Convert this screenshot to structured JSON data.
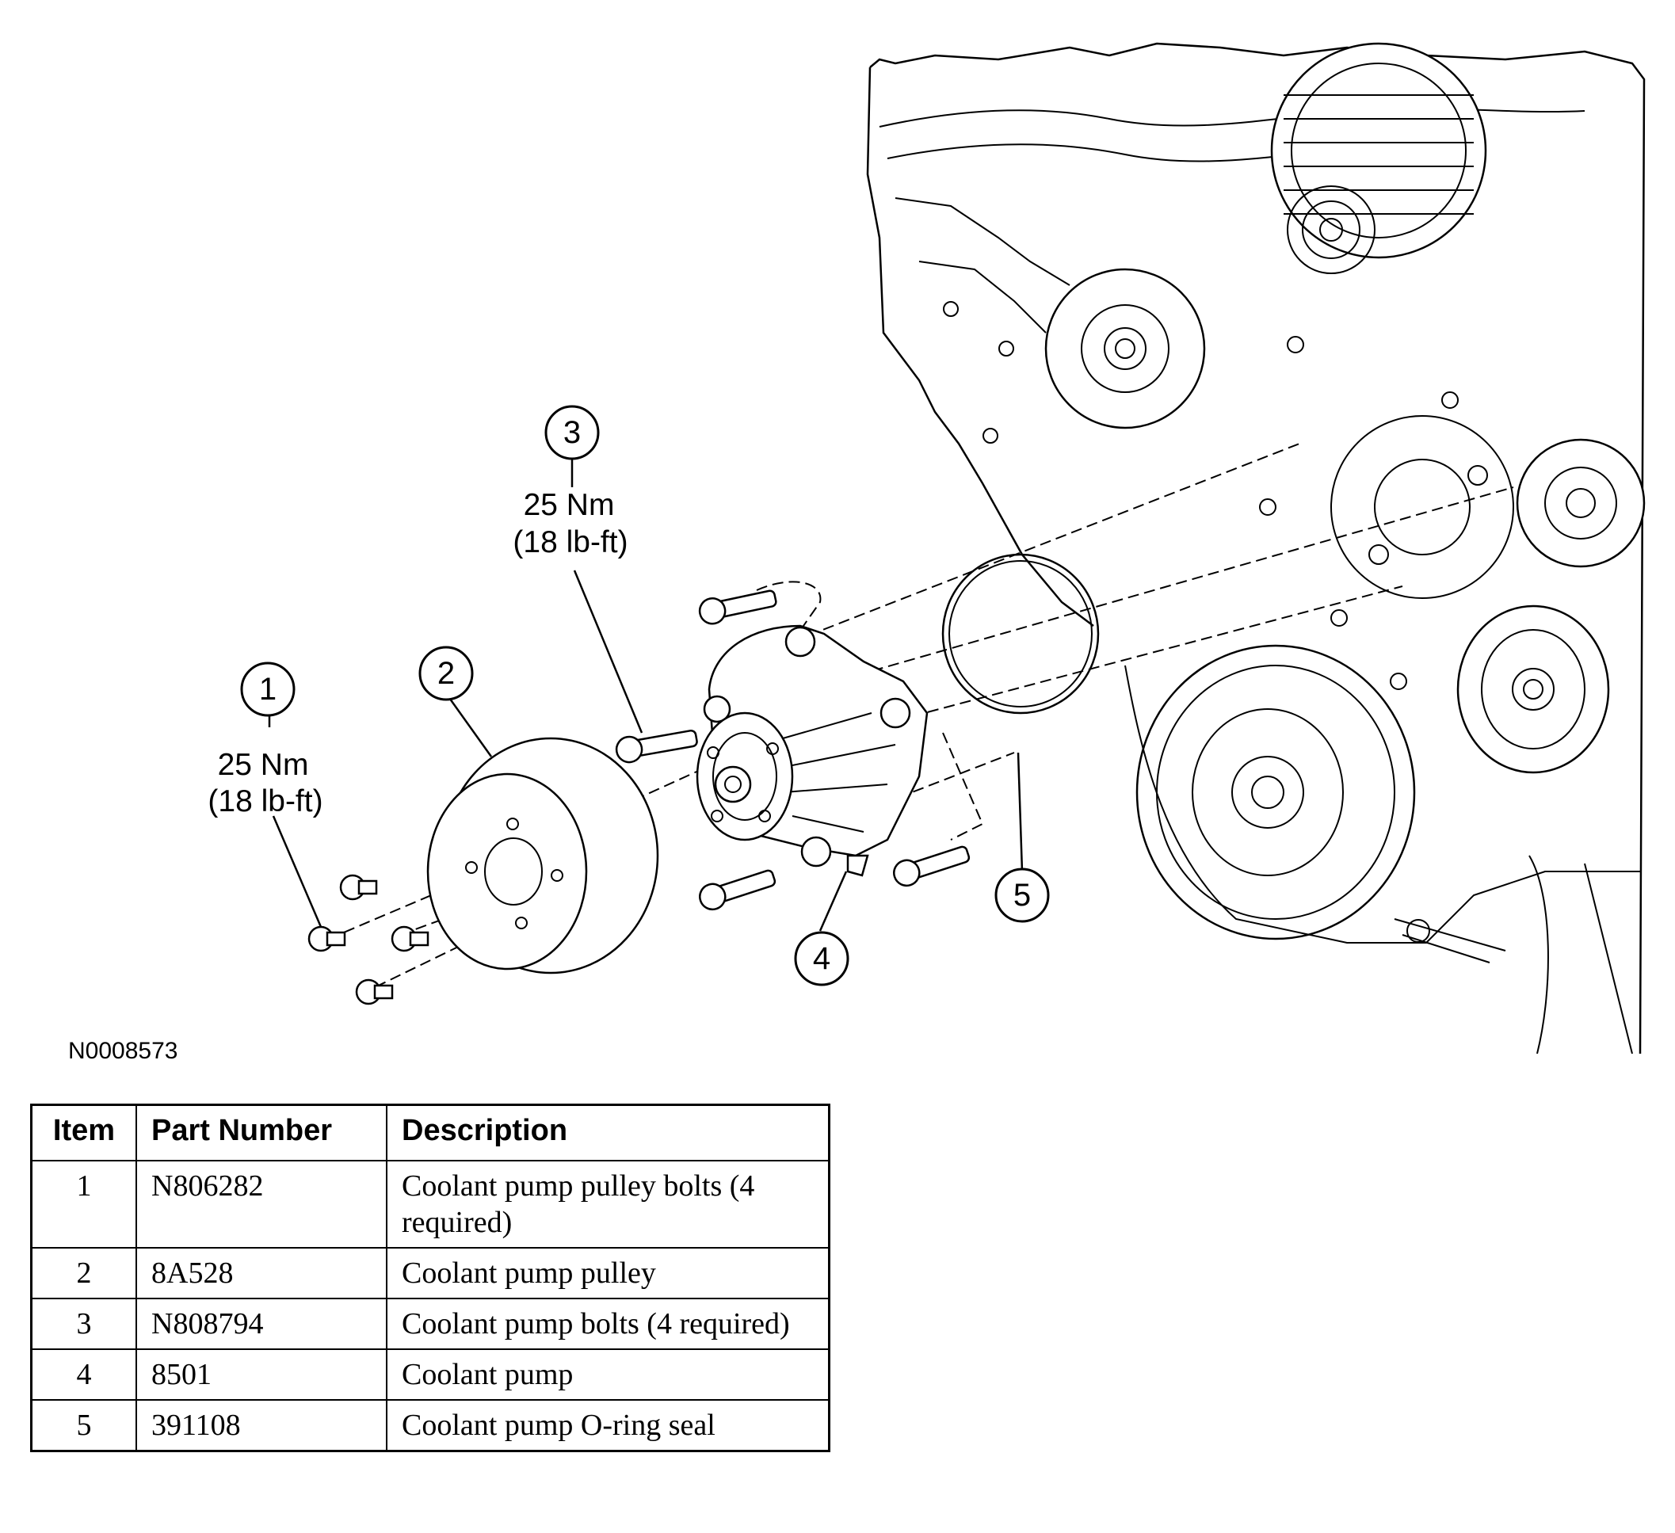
{
  "diagram": {
    "callouts": [
      {
        "num": "1",
        "torque_nm": "25 Nm",
        "torque_lbft": "(18 lb-ft)"
      },
      {
        "num": "2"
      },
      {
        "num": "3",
        "torque_nm": "25 Nm",
        "torque_lbft": "(18 lb-ft)"
      },
      {
        "num": "4"
      },
      {
        "num": "5"
      }
    ],
    "figure_id": "N0008573"
  },
  "table": {
    "headers": [
      "Item",
      "Part Number",
      "Description"
    ],
    "rows": [
      {
        "item": "1",
        "part_number": "N806282",
        "description": "Coolant pump pulley bolts (4 required)"
      },
      {
        "item": "2",
        "part_number": "8A528",
        "description": "Coolant pump pulley"
      },
      {
        "item": "3",
        "part_number": "N808794",
        "description": "Coolant pump bolts (4 required)"
      },
      {
        "item": "4",
        "part_number": "8501",
        "description": "Coolant pump"
      },
      {
        "item": "5",
        "part_number": "391108",
        "description": "Coolant pump O-ring seal"
      }
    ]
  }
}
